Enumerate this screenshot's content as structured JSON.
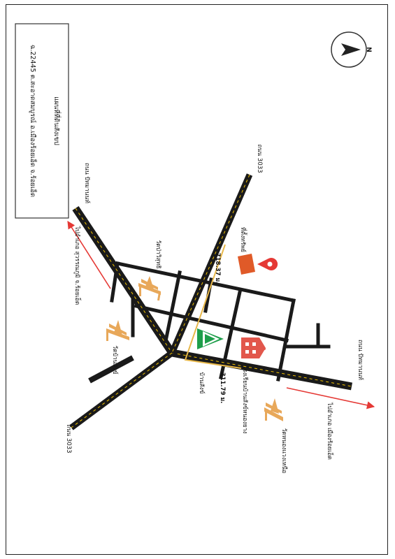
{
  "title_box": {
    "line1": "แผนที่ที่ดินสังเขป",
    "line2": "ฉ.22445 ต.สะอาดสมบูรณ์ อ.เมืองร้อยเอ็ด จ.ร้อยเอ็ด"
  },
  "compass": {
    "letter": "N"
  },
  "roads": {
    "road_3033_top": "ถนน 3033",
    "road_3033_bottom": "ถนน 3033",
    "road_pimphanut_top": "ถนน ปัทมานนท์",
    "road_pimphanut_right": "ถนน ปัทมานนท์"
  },
  "directions": {
    "to_suwannaphum": "ไปอำเภอ สุวรรณภูมิ จ.ร้อยเอ็ด",
    "to_mueang": "ไปอำเภอ เมืองร้อยเอ็ด"
  },
  "landmarks": {
    "wat_top": "วัดป่าวิสุทธิ",
    "wat_mid": "วัดบ้านสังข์",
    "wat_right": "วัดหนองแวงเหนือ",
    "school": "โรงเรียนบ้านสังข์หนองยาง",
    "village": "บ้านสังข์",
    "site": "ที่ตั้งทรัพย์"
  },
  "distances": {
    "d1": "718.37 ม.",
    "d2": "311.79 ม."
  },
  "colors": {
    "road": "#1a1a1a",
    "road_dash": "#f2c200",
    "route": "#e8b84a",
    "arrow": "#e53935",
    "marker": "#e05a28",
    "temple": "#e8a85a",
    "school": "#e2574c",
    "village": "#1e9e4a"
  }
}
